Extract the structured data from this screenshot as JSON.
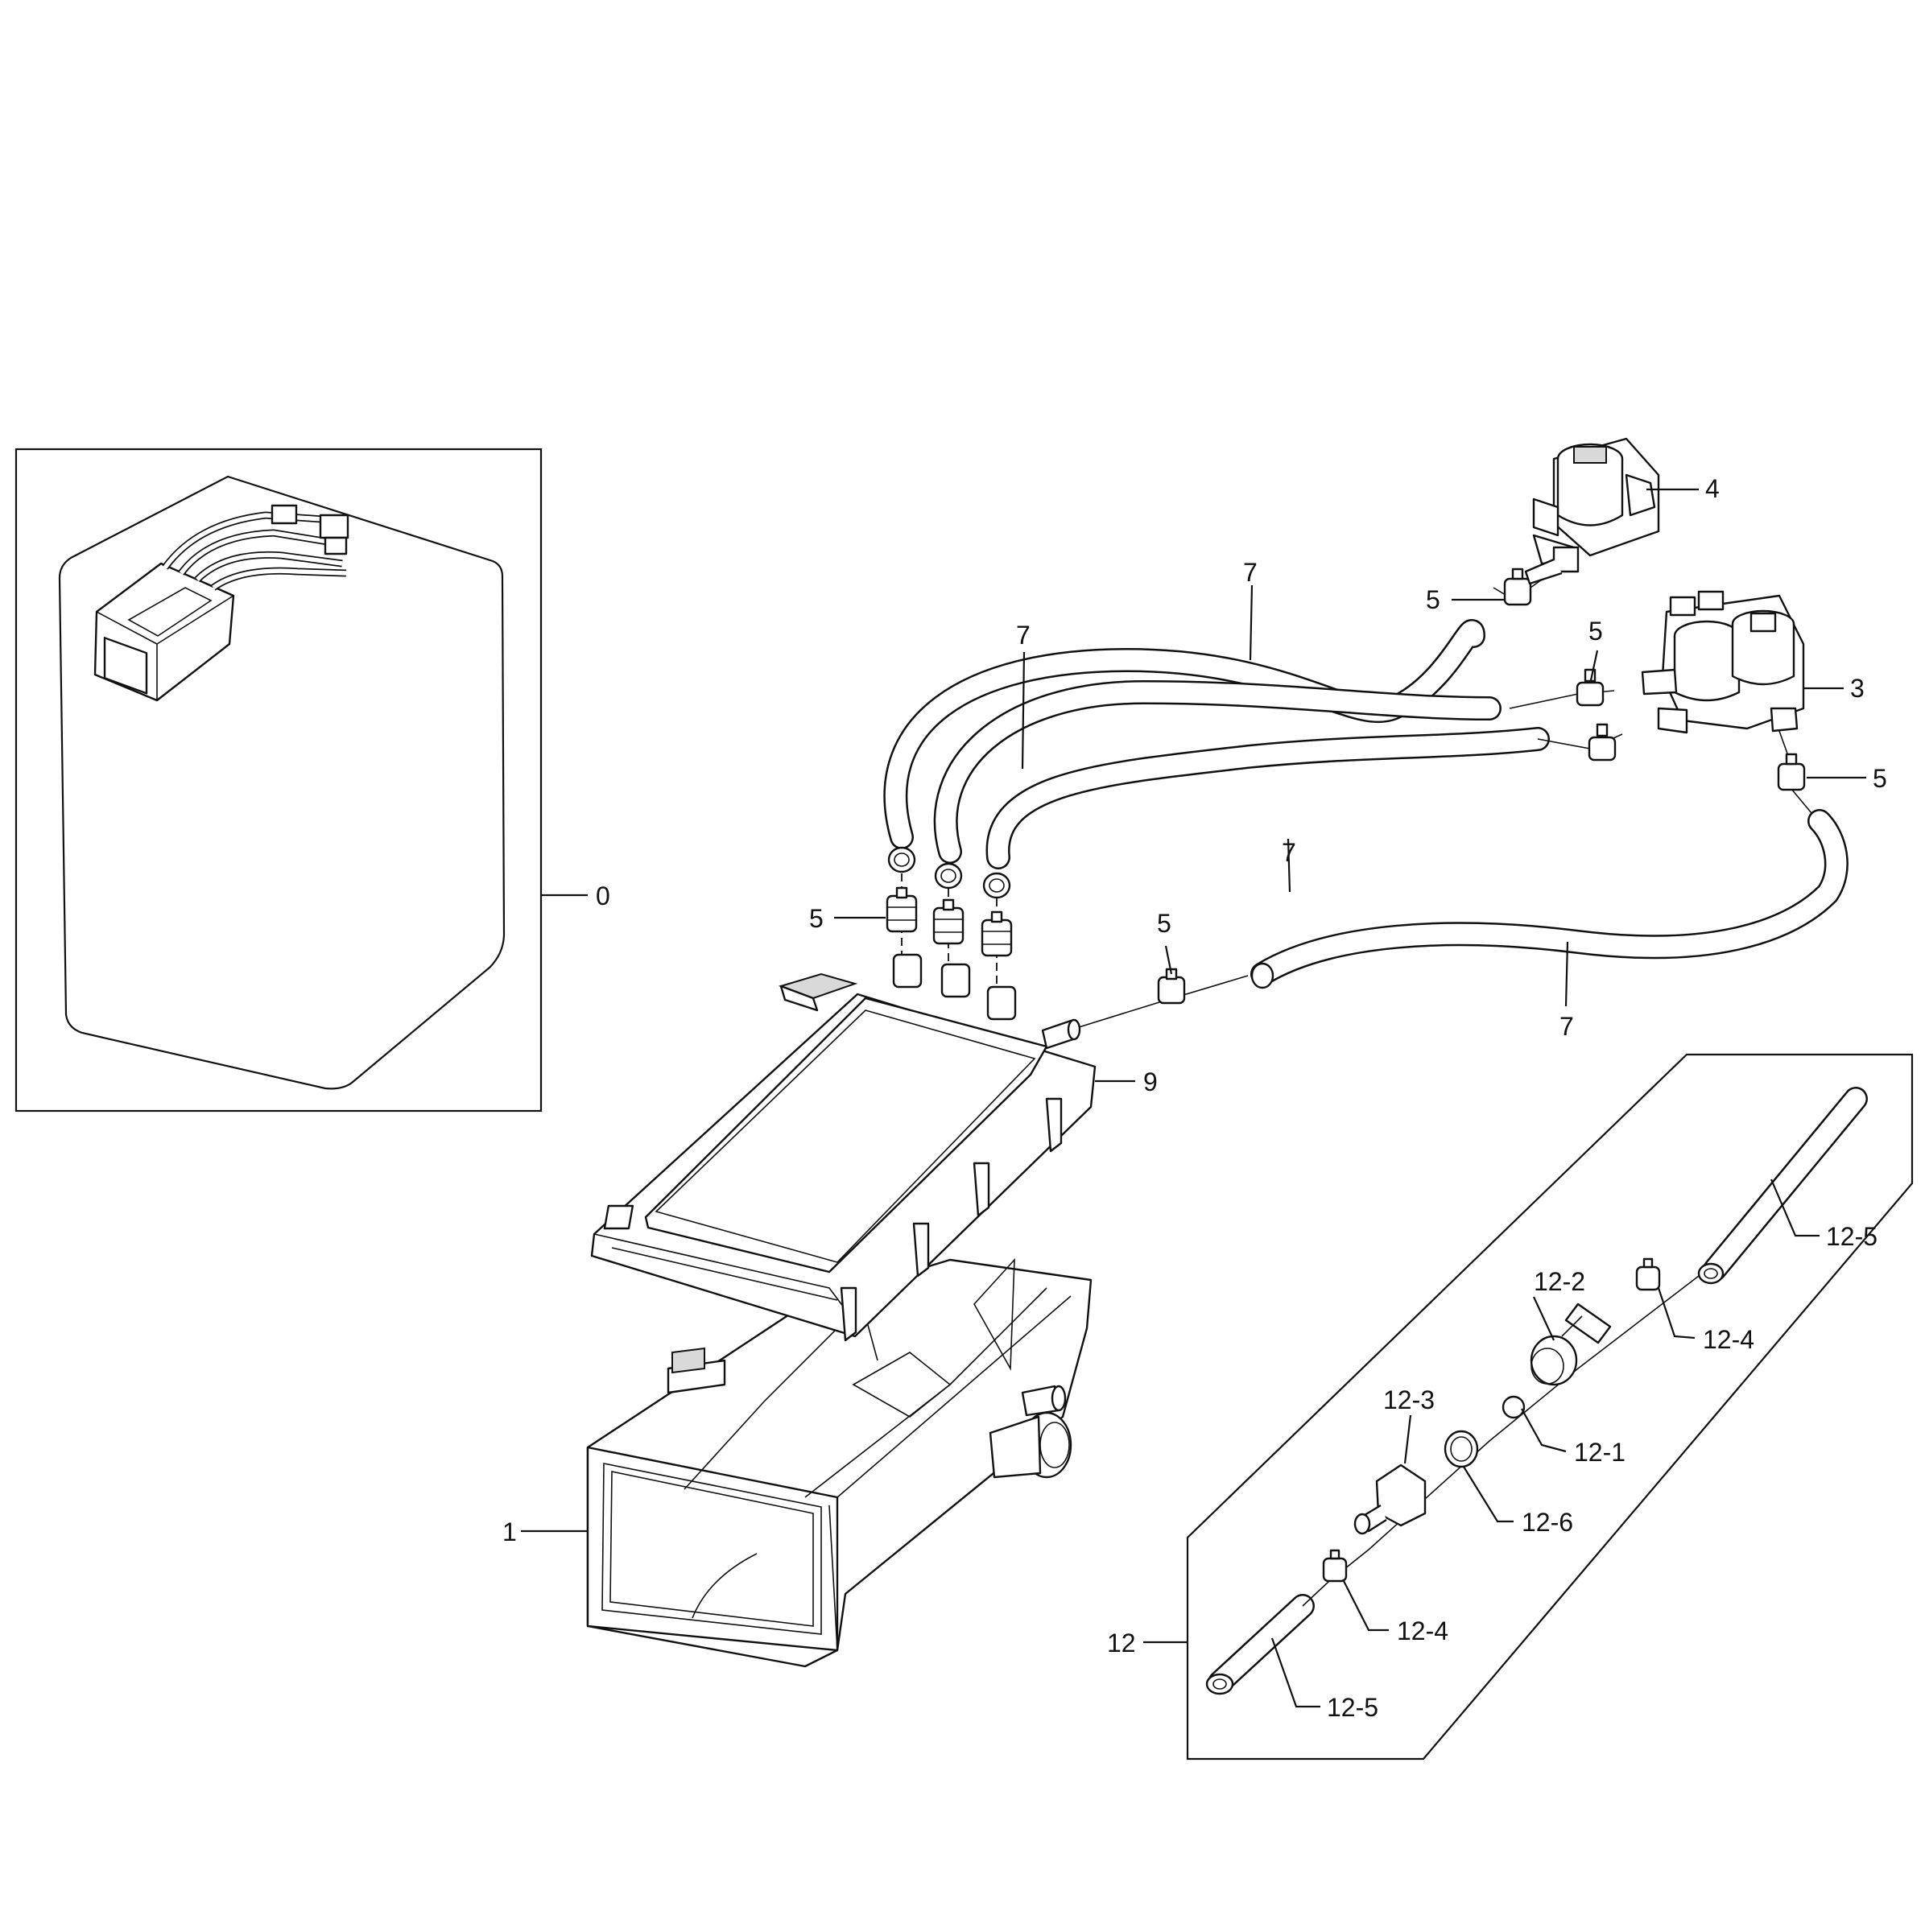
{
  "callouts": {
    "c0": "0",
    "c1": "1",
    "c3": "3",
    "c4": "4",
    "c5a": "5",
    "c5b": "5",
    "c5c": "5",
    "c5d": "5",
    "c5e": "5",
    "c7a": "7",
    "c7b": "7",
    "c7c": "7",
    "c7d": "7",
    "c9": "9",
    "c12": "12",
    "c12_1": "12-1",
    "c12_2": "12-2",
    "c12_3": "12-3",
    "c12_4a": "12-4",
    "c12_4b": "12-4",
    "c12_5a": "12-5",
    "c12_5b": "12-5",
    "c12_6": "12-6"
  }
}
